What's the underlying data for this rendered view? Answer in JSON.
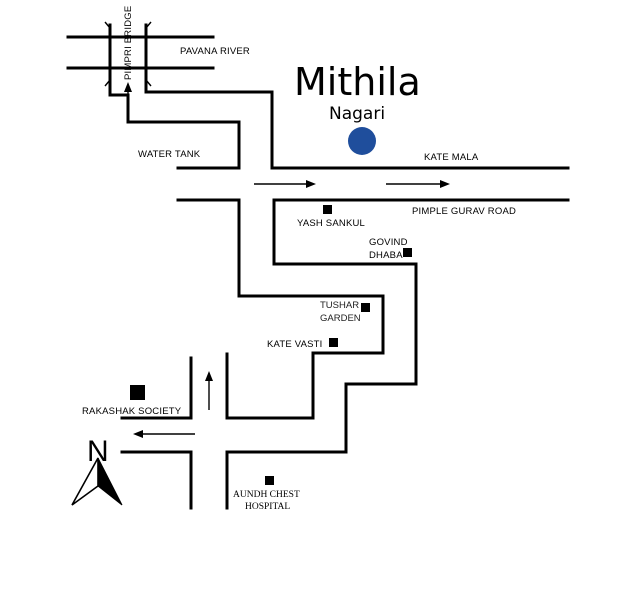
{
  "title": "Mithila",
  "subtitle": "Nagari",
  "colors": {
    "marker": "#1f4e9c",
    "ink": "#000000",
    "background": "#ffffff"
  },
  "labels": {
    "pavana_river": "PAVANA RIVER",
    "pimpri_bridge": "PIMPRI BRIDGE",
    "water_tank": "WATER TANK",
    "kate_mala": "KATE MALA",
    "pimple_gurav_road": "PIMPLE GURAV ROAD",
    "yash_sankul": "YASH SANKUL",
    "govind": "GOVIND",
    "dhaba": "DHABA",
    "tushar": "TUSHAR",
    "garden": "GARDEN",
    "kate_vasti": "KATE VASTI",
    "rakashak_society": "RAKASHAK  SOCIETY",
    "aundh_chest": "AUNDH CHEST",
    "hospital": "HOSPITAL"
  },
  "compass": {
    "letter": "N",
    "icon": "north-arrow-icon"
  }
}
